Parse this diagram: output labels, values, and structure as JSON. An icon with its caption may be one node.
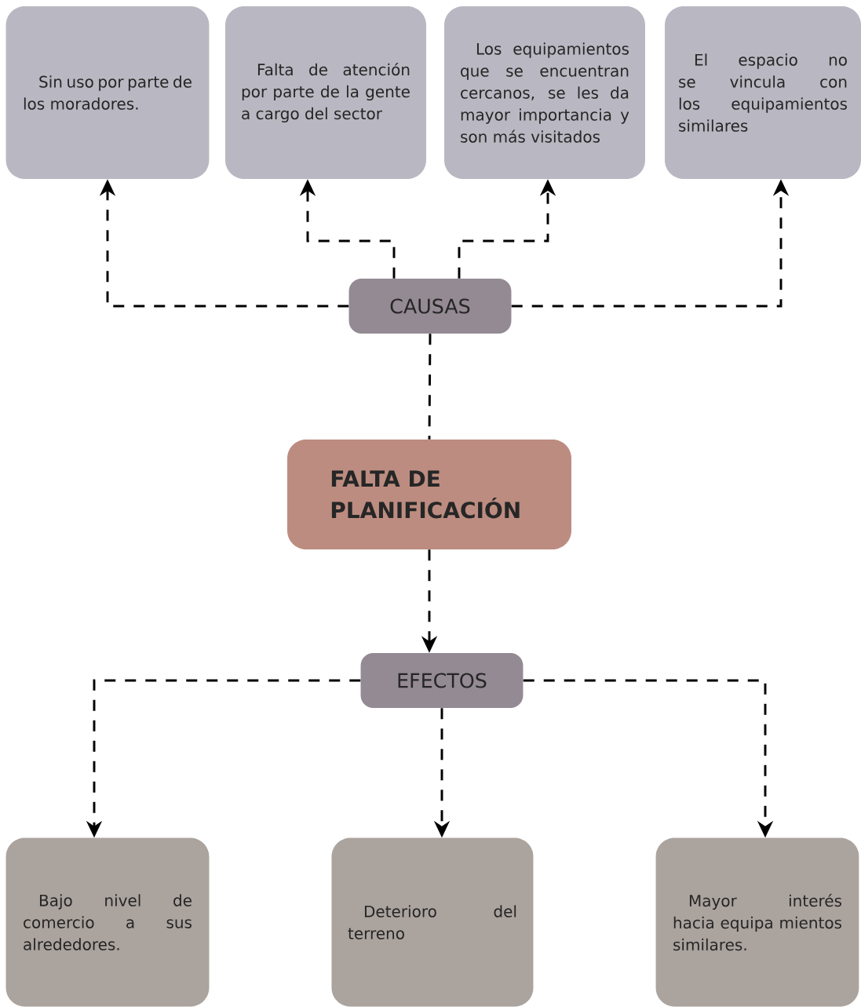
{
  "diagram": {
    "nodes": [
      {
        "text": [
          "Sin uso por parte de los moradores."
        ]
      },
      {
        "text": [
          "Falta de atención por parte de la gente a cargo del sector"
        ]
      },
      {
        "text": [
          "Los equipamientos que se encuentran cercanos, se les da mayor importancia y son más visitados"
        ]
      },
      {
        "text": [
          "El espacio no se vincula con los equipamientos similares"
        ]
      },
      {
        "text": [
          "CAUSAS"
        ]
      },
      {
        "text": [
          "FALTA DE PLANIFICACIÓN"
        ]
      },
      {
        "text": [
          "EFECTOS"
        ]
      },
      {
        "text": [
          "Bajo nivel de comercio a sus alrededores."
        ]
      },
      {
        "text": [
          "Deterioro del terreno"
        ]
      },
      {
        "text": [
          "Mayor interés hacia equipa mientos similares."
        ]
      }
    ],
    "edges": [
      {
        "from": 4,
        "to": 0,
        "arrow": "to",
        "style": "dashed"
      },
      {
        "from": 4,
        "to": 1,
        "arrow": "to",
        "style": "dashed"
      },
      {
        "from": 4,
        "to": 2,
        "arrow": "to",
        "style": "dashed"
      },
      {
        "from": 4,
        "to": 3,
        "arrow": "to",
        "style": "dashed"
      },
      {
        "from": 4,
        "to": 5,
        "arrow": "none",
        "style": "dashed"
      },
      {
        "from": 5,
        "to": 6,
        "arrow": "to",
        "style": "dashed"
      },
      {
        "from": 6,
        "to": 7,
        "arrow": "to",
        "style": "dashed"
      },
      {
        "from": 6,
        "to": 8,
        "arrow": "to",
        "style": "dashed"
      },
      {
        "from": 6,
        "to": 9,
        "arrow": "to",
        "style": "dashed"
      }
    ]
  }
}
